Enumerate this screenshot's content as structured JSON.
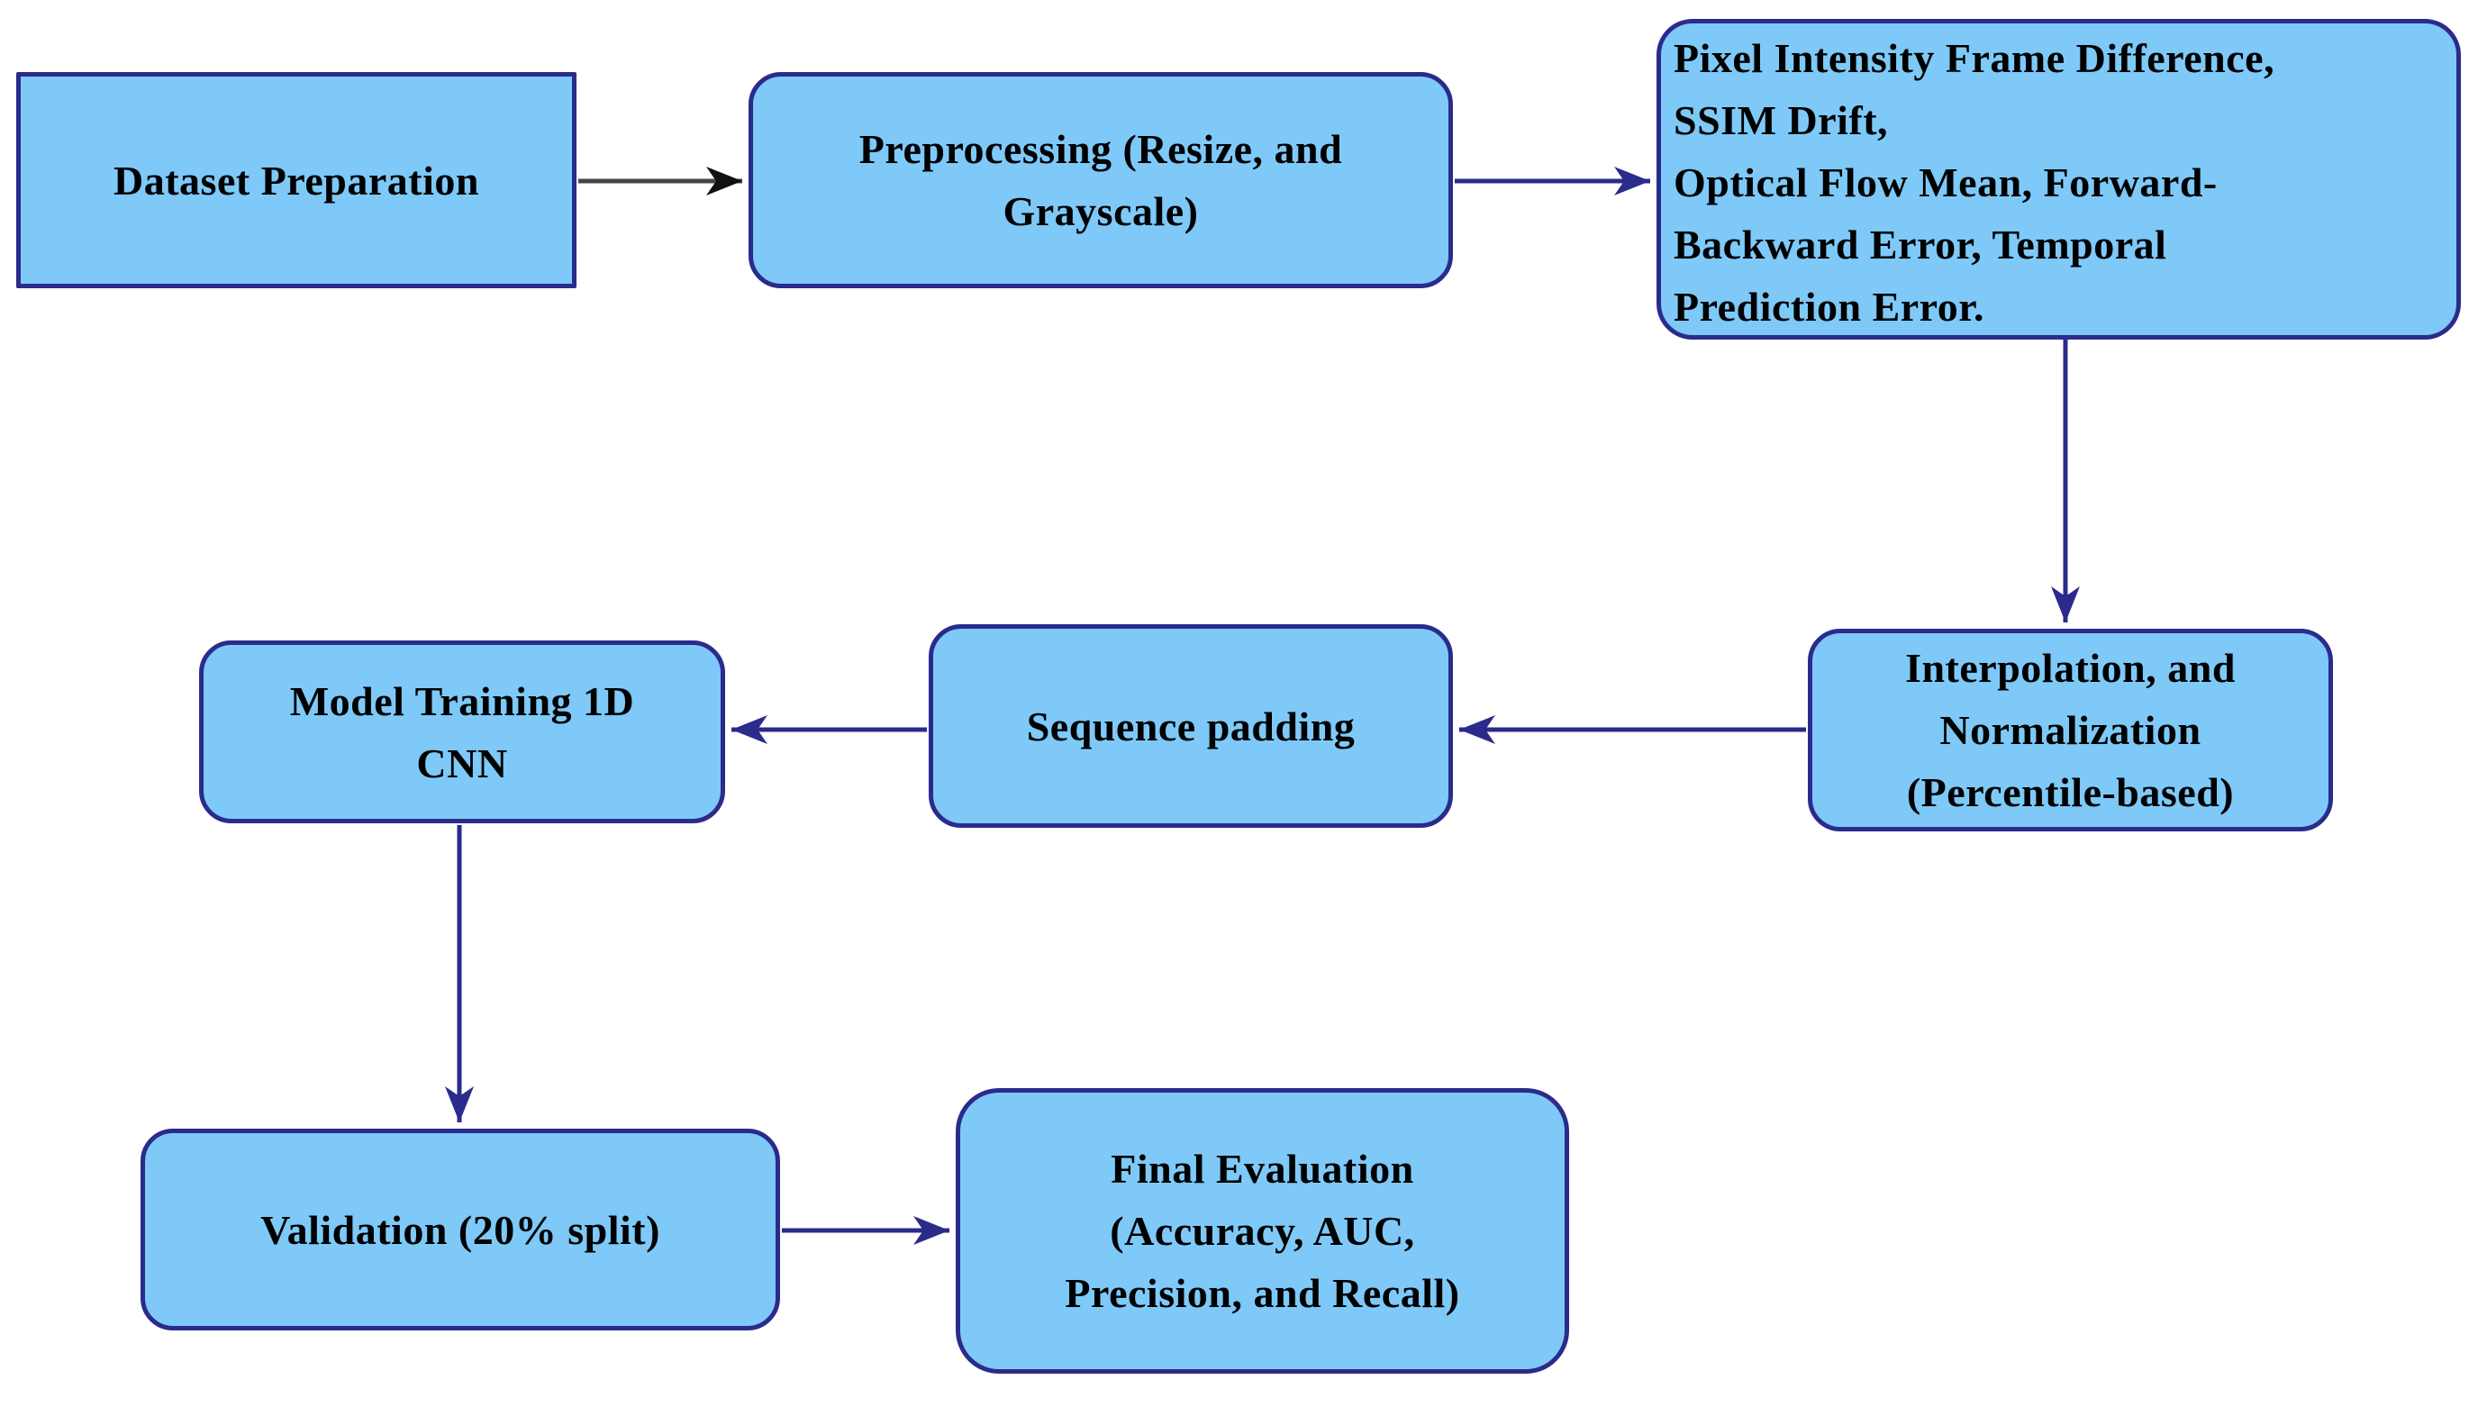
{
  "diagram": {
    "nodes": {
      "dataset_preparation": {
        "label": "Dataset Preparation"
      },
      "preprocessing": {
        "label": "Preprocessing (Resize, and\nGrayscale)"
      },
      "feature_extraction": {
        "label": "Pixel Intensity Frame Difference,\nSSIM Drift,\nOptical Flow Mean, Forward-\nBackward Error, Temporal\nPrediction Error."
      },
      "interpolation": {
        "label": "Interpolation, and\nNormalization\n(Percentile-based)"
      },
      "sequence_padding": {
        "label": "Sequence padding"
      },
      "model_training": {
        "label": "Model Training 1D\nCNN"
      },
      "validation": {
        "label": "Validation (20% split)"
      },
      "final_evaluation": {
        "label": "Final Evaluation\n(Accuracy, AUC,\nPrecision, and Recall)"
      }
    },
    "edges": [
      {
        "from": "dataset_preparation",
        "to": "preprocessing"
      },
      {
        "from": "preprocessing",
        "to": "feature_extraction"
      },
      {
        "from": "feature_extraction",
        "to": "interpolation"
      },
      {
        "from": "interpolation",
        "to": "sequence_padding"
      },
      {
        "from": "sequence_padding",
        "to": "model_training"
      },
      {
        "from": "model_training",
        "to": "validation"
      },
      {
        "from": "validation",
        "to": "final_evaluation"
      }
    ],
    "colors": {
      "node_fill": "#7EC9F8",
      "node_border": "#2B2B8C",
      "text": "#000000",
      "arrow": "#2B2B8C",
      "arrow_first_shaft": "#454545",
      "arrow_first_head": "#111111"
    }
  }
}
